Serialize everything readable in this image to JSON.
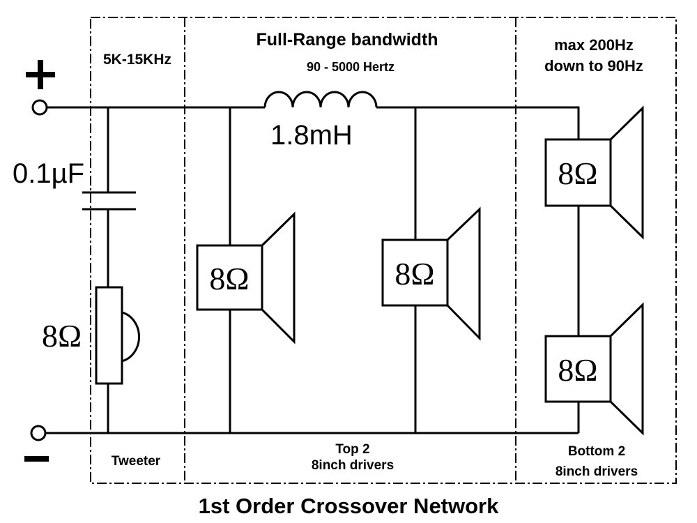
{
  "terminals": {
    "plus": "+",
    "minus": "-"
  },
  "sections": {
    "tweeter": {
      "band": "5K-15KHz",
      "label": "Tweeter"
    },
    "full_range": {
      "band": "Full-Range bandwidth",
      "band_sub": "90 - 5000 Hertz",
      "label_line1": "Top 2",
      "label_line2": "8inch drivers"
    },
    "bass": {
      "band_line1": "max 200Hz",
      "band_line2": "down to 90Hz",
      "label_line1": "Bottom 2",
      "label_line2": "8inch drivers"
    }
  },
  "components": {
    "capacitor": "0.1µF",
    "inductor": "1.8mH",
    "tweeter_impedance": "8Ω",
    "driver_impedance": "8Ω"
  },
  "title": "1st Order Crossover Network"
}
